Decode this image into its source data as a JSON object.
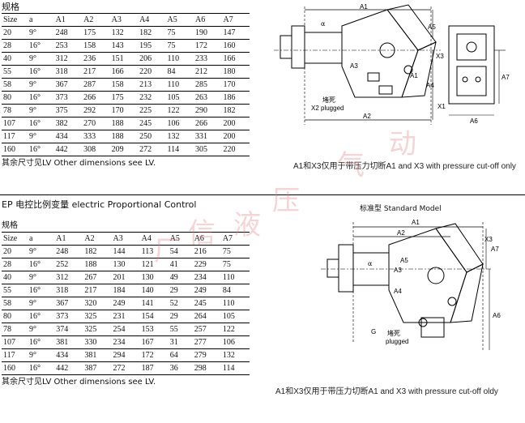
{
  "section1": {
    "heading": "规格",
    "columns": [
      "Size",
      "a",
      "A1",
      "A2",
      "A3",
      "A4",
      "A5",
      "A6",
      "A7"
    ],
    "rows": [
      [
        "20",
        "9°",
        "248",
        "175",
        "132",
        "182",
        "75",
        "190",
        "147"
      ],
      [
        "28",
        "16°",
        "253",
        "158",
        "143",
        "195",
        "75",
        "172",
        "160"
      ],
      [
        "40",
        "9°",
        "312",
        "236",
        "151",
        "206",
        "110",
        "233",
        "166"
      ],
      [
        "55",
        "16°",
        "318",
        "217",
        "166",
        "220",
        "84",
        "212",
        "180"
      ],
      [
        "58",
        "9°",
        "367",
        "287",
        "158",
        "213",
        "110",
        "285",
        "170"
      ],
      [
        "80",
        "16°",
        "373",
        "266",
        "175",
        "232",
        "105",
        "263",
        "186"
      ],
      [
        "78",
        "9°",
        "375",
        "292",
        "170",
        "225",
        "122",
        "290",
        "182"
      ],
      [
        "107",
        "16°",
        "382",
        "270",
        "188",
        "245",
        "106",
        "266",
        "200"
      ],
      [
        "117",
        "9°",
        "434",
        "333",
        "188",
        "250",
        "132",
        "331",
        "200"
      ],
      [
        "160",
        "16°",
        "442",
        "308",
        "209",
        "272",
        "114",
        "305",
        "220"
      ]
    ],
    "note": "其余尺寸见LV Other dimensions see LV."
  },
  "section2": {
    "heading": "EP 电控比例变量 electric Proportional Control",
    "subheading": "规格",
    "columns": [
      "Size",
      "a",
      "A1",
      "A2",
      "A3",
      "A4",
      "A5",
      "A6",
      "A7"
    ],
    "rows": [
      [
        "20",
        "9°",
        "248",
        "182",
        "144",
        "113",
        "54",
        "216",
        "75"
      ],
      [
        "28",
        "16°",
        "252",
        "188",
        "130",
        "121",
        "41",
        "229",
        "75"
      ],
      [
        "40",
        "9°",
        "312",
        "267",
        "201",
        "130",
        "49",
        "234",
        "110"
      ],
      [
        "55",
        "16°",
        "318",
        "217",
        "184",
        "140",
        "29",
        "249",
        "84"
      ],
      [
        "58",
        "9°",
        "367",
        "320",
        "249",
        "141",
        "52",
        "245",
        "110"
      ],
      [
        "80",
        "16°",
        "373",
        "325",
        "231",
        "154",
        "29",
        "264",
        "105"
      ],
      [
        "78",
        "9°",
        "374",
        "325",
        "254",
        "153",
        "55",
        "257",
        "122"
      ],
      [
        "107",
        "16°",
        "381",
        "330",
        "234",
        "167",
        "31",
        "277",
        "106"
      ],
      [
        "117",
        "9°",
        "434",
        "381",
        "294",
        "172",
        "64",
        "279",
        "132"
      ],
      [
        "160",
        "16°",
        "442",
        "387",
        "272",
        "187",
        "36",
        "298",
        "114"
      ]
    ],
    "note": "其余尺寸见LV Other dimensions see LV."
  },
  "diagram1": {
    "labels": {
      "a1": "A1",
      "a2": "A2",
      "a3": "A3",
      "a4": "A4",
      "a5": "A5",
      "a6": "A6",
      "a7": "A7",
      "x1": "X1",
      "x3": "X3",
      "xh": "X3",
      "plug_cn": "堵死",
      "plug_en": "X2 plugged",
      "alpha": "α"
    },
    "caption": "A1和X3仅用于带压力切断A1 and X3 with pressure cut-off only"
  },
  "diagram2": {
    "title": "标准型 Standard Model",
    "labels": {
      "a1": "A1",
      "a2": "A2",
      "a3": "A3",
      "a4": "A4",
      "a5": "A5",
      "a6": "A6",
      "a7": "A7",
      "x3": "X3",
      "g": "G",
      "plug_cn": "堵死",
      "plug_en": "plugged",
      "alpha": "α"
    },
    "caption": "A1和X3仅用于带压力切断A1 and X3 with pressure cut-off oldy"
  },
  "watermark": [
    "厂",
    "信",
    "液",
    "压",
    "气",
    "动"
  ],
  "colors": {
    "line": "#000000",
    "watermark": "#dc7878"
  }
}
